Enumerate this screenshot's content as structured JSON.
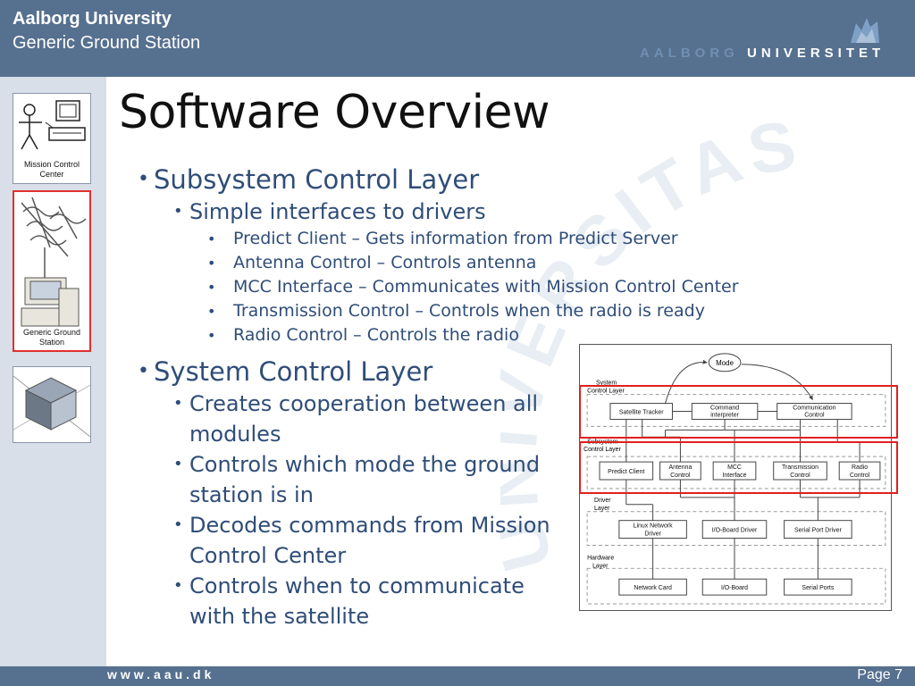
{
  "header": {
    "university": "Aalborg University",
    "subtitle": "Generic Ground Station",
    "logo_word_left": "AALBORG",
    "logo_word_right": "UNIVERSITET"
  },
  "sidebar": {
    "thumbs": [
      {
        "caption_line1": "Mission Control",
        "caption_line2": "Center",
        "active": false
      },
      {
        "caption_line1": "Generic Ground",
        "caption_line2": "Station",
        "active": true
      },
      {
        "caption_line1": "",
        "caption_line2": "",
        "active": false
      }
    ]
  },
  "title": "Software Overview",
  "content": {
    "subsystem_heading": "Subsystem Control Layer",
    "subsystem_sub": "Simple interfaces to drivers",
    "subsystem_items": [
      "Predict Client – Gets information from Predict Server",
      "Antenna Control – Controls antenna",
      "MCC Interface – Communicates with Mission Control Center",
      "Transmission Control – Controls when the radio is ready",
      "Radio Control – Controls the radio"
    ],
    "system_heading": "System Control Layer",
    "system_items": [
      "Creates cooperation between all modules",
      "Controls which mode the ground station is in",
      "Decodes commands from Mission Control Center",
      "Controls when to communicate with the satellite"
    ]
  },
  "diagram": {
    "mode": "Mode",
    "system_layer_label_1": "System",
    "system_layer_label_2": "Control Layer",
    "subsystem_layer_label_1": "Subsystem",
    "subsystem_layer_label_2": "Control Layer",
    "driver_layer_label_1": "Driver",
    "driver_layer_label_2": "Layer",
    "hardware_layer_label_1": "Hardware",
    "hardware_layer_label_2": "Layer",
    "satellite_tracker": "Satellite Tracker",
    "command_interpreter_1": "Command",
    "command_interpreter_2": "interpreter",
    "communication_control_1": "Communication",
    "communication_control_2": "Control",
    "predict_client": "Predict Client",
    "antenna_control_1": "Antenna",
    "antenna_control_2": "Control",
    "mcc_interface_1": "MCC",
    "mcc_interface_2": "Interface",
    "transmission_control_1": "Transmission",
    "transmission_control_2": "Control",
    "radio_control_1": "Radio",
    "radio_control_2": "Control",
    "linux_network_driver_1": "Linux Network",
    "linux_network_driver_2": "Driver",
    "io_board_driver": "I/O-Board Driver",
    "serial_port_driver": "Serial Port Driver",
    "network_card": "Network Card",
    "io_board": "I/O-Board",
    "serial_ports": "Serial Ports"
  },
  "watermark": "UNIVERSITAS",
  "footer": {
    "url": "www.aau.dk",
    "page": "Page 7"
  },
  "colors": {
    "header_bg": "#56708f",
    "sidebar_bg": "#d8dfe9",
    "text_blue": "#2f4d78",
    "highlight_red": "#e02020"
  }
}
